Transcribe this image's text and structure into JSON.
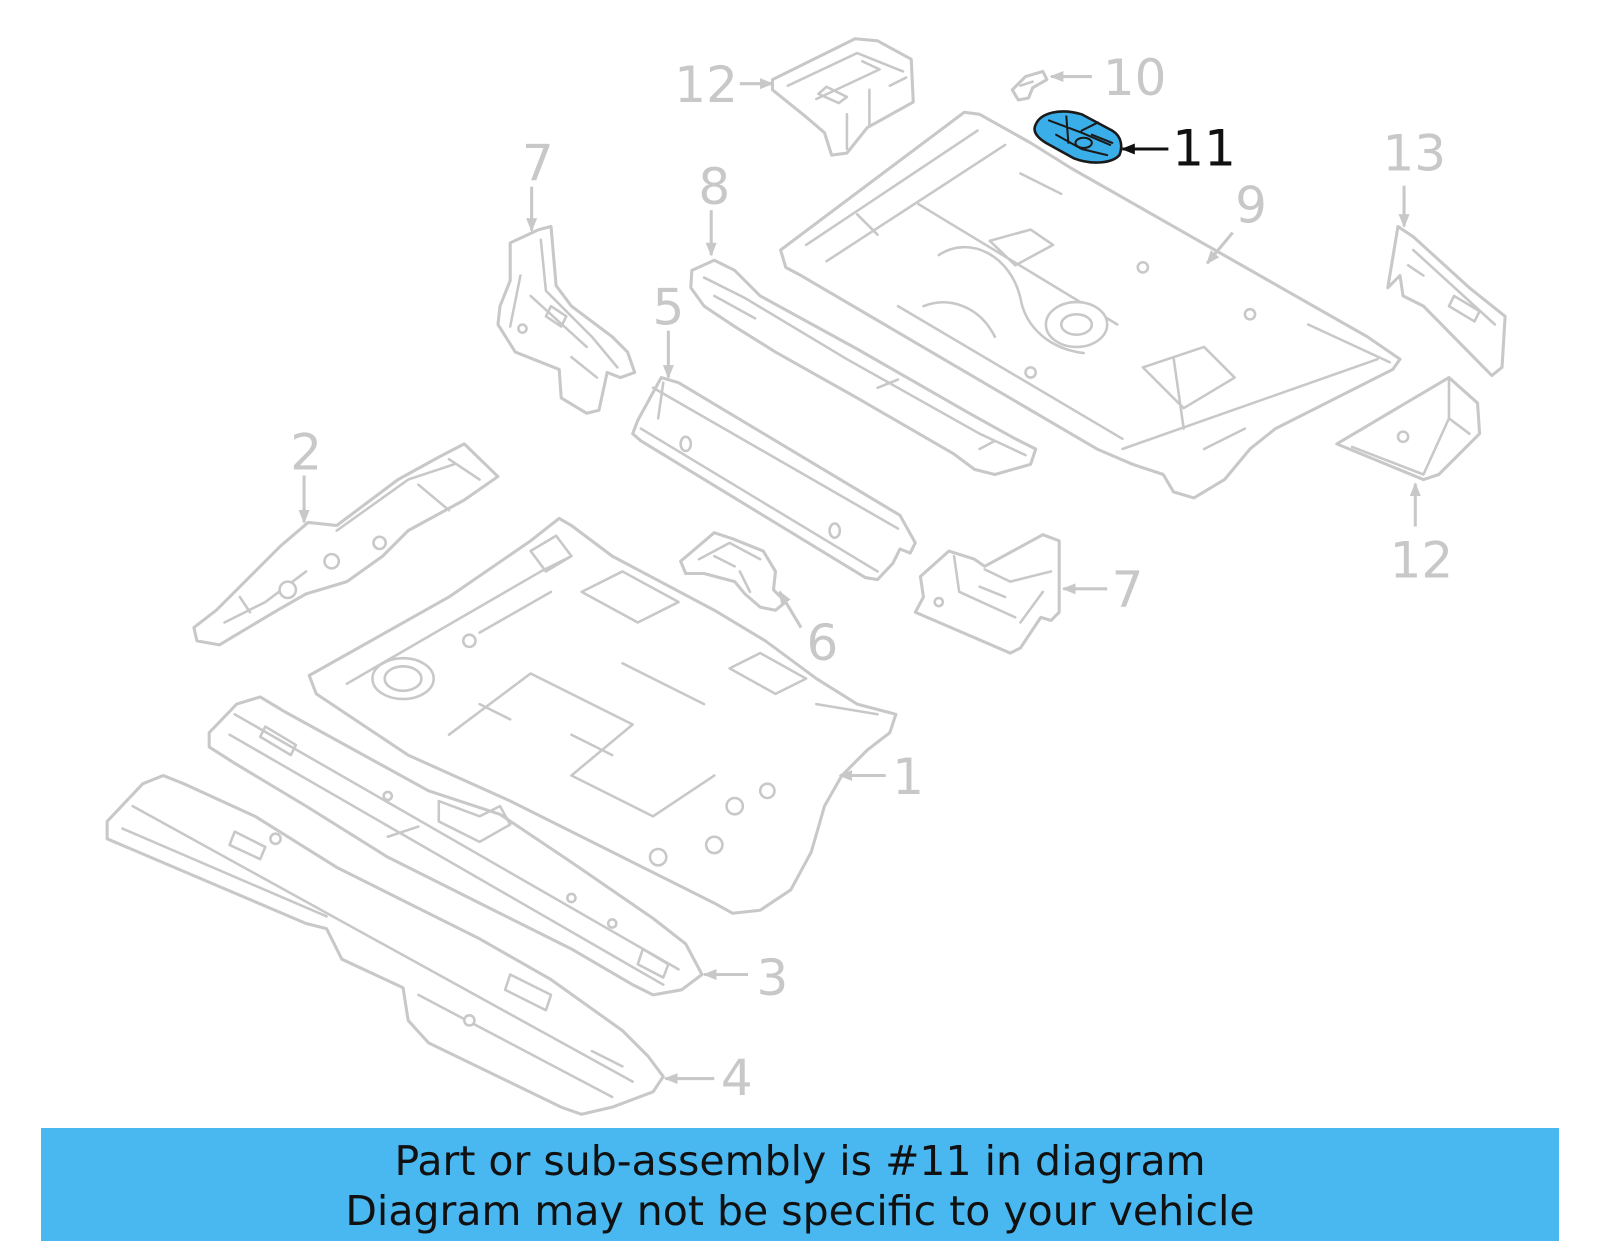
{
  "callouts": [
    {
      "label": "12"
    },
    {
      "label": "10"
    },
    {
      "label": "11"
    },
    {
      "label": "13"
    },
    {
      "label": "7"
    },
    {
      "label": "8"
    },
    {
      "label": "9"
    },
    {
      "label": "5"
    },
    {
      "label": "2"
    },
    {
      "label": "6"
    },
    {
      "label": "7"
    },
    {
      "label": "12"
    },
    {
      "label": "1"
    },
    {
      "label": "3"
    },
    {
      "label": "4"
    }
  ],
  "banner": {
    "line1": "Part or sub-assembly is #11 in diagram",
    "line2": "Diagram may not be specific to your vehicle"
  },
  "colors": {
    "highlight": "#3aaee8",
    "banner": "#4ab8f0",
    "line": "#c8c8c8",
    "active": "#111111"
  }
}
